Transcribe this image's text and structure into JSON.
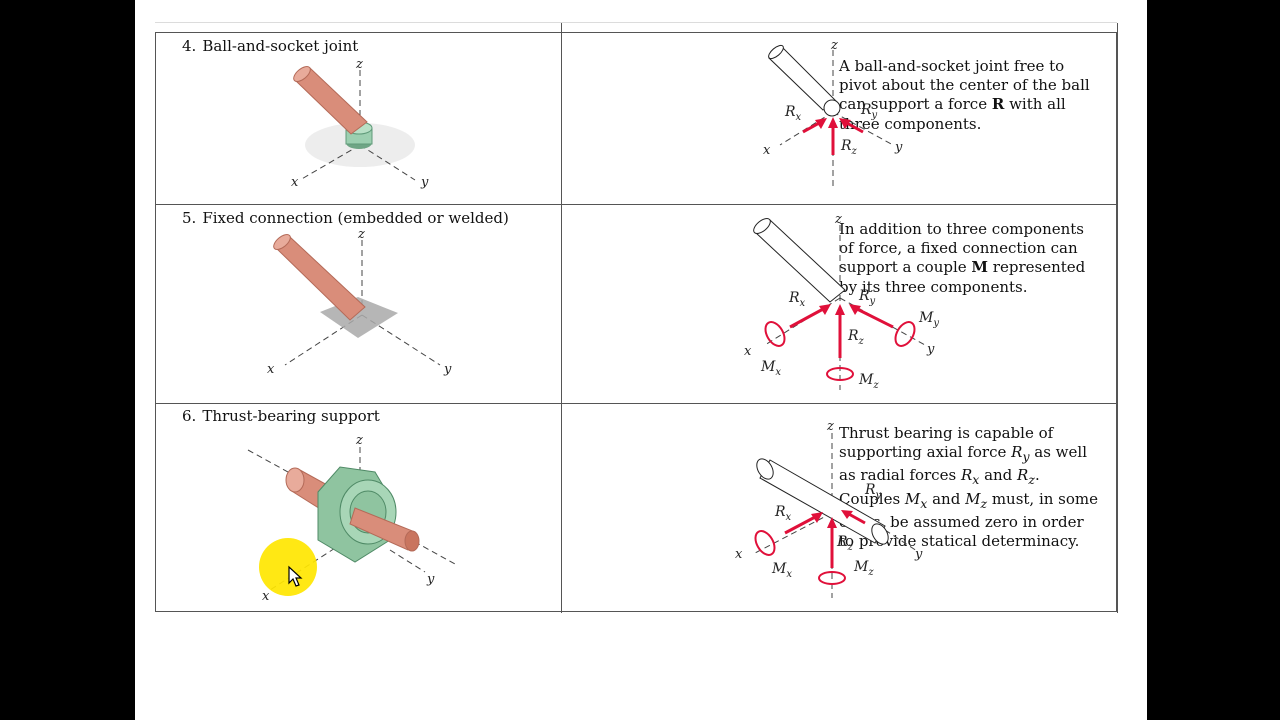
{
  "rows": [
    {
      "number": "4.",
      "title": "Ball-and-socket joint",
      "description": "A ball-and-socket joint free to pivot about the center of the ball can support a force R with all three components.",
      "axis_labels": {
        "x": "x",
        "y": "y",
        "z": "z"
      },
      "force_labels": [
        "R",
        "R",
        "R"
      ],
      "force_subs": [
        "x",
        "y",
        "z"
      ]
    },
    {
      "number": "5.",
      "title": "Fixed connection (embedded or welded)",
      "description": "In addition to three components of force, a fixed connection can support a couple M represented by its three components.",
      "axis_labels": {
        "x": "x",
        "y": "y",
        "z": "z"
      },
      "force_labels": [
        "R",
        "R",
        "R"
      ],
      "force_subs": [
        "x",
        "y",
        "z"
      ],
      "moment_labels": [
        "M",
        "M",
        "M"
      ],
      "moment_subs": [
        "x",
        "y",
        "z"
      ]
    },
    {
      "number": "6.",
      "title": "Thrust-bearing support",
      "description": "Thrust bearing is capable of supporting axial force Ry as well as radial forces Rx and Rz. Couples Mx and Mz must, in some cases, be assumed zero in order to provide statical determinacy.",
      "axis_labels": {
        "x": "x",
        "y": "y",
        "z": "z"
      },
      "force_labels": [
        "R",
        "R",
        "R"
      ],
      "force_subs": [
        "x",
        "y",
        "z"
      ],
      "moment_labels": [
        "M",
        "M"
      ],
      "moment_subs": [
        "x",
        "z"
      ]
    }
  ],
  "colors": {
    "force_arrow": "#e0103a",
    "copper": "#d98d7a",
    "green": "#8fc4a0",
    "cursor": "#ffe600"
  },
  "cursor_icon": "mouse-pointer-icon"
}
